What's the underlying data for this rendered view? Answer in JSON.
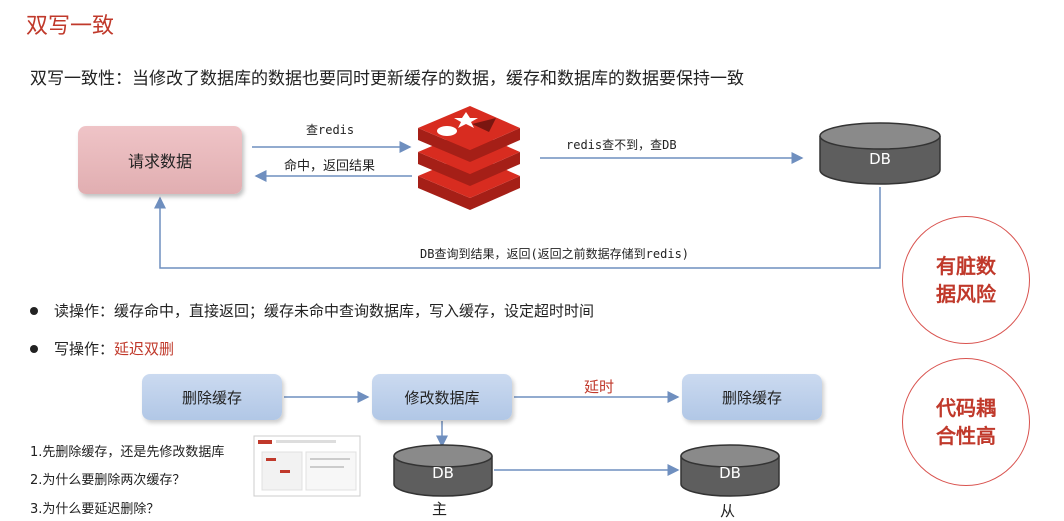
{
  "title": "双写一致",
  "intro": "双写一致性：当修改了数据库的数据也要同时更新缓存的数据，缓存和数据库的数据要保持一致",
  "read_flow": {
    "request_box": "请求数据",
    "query_redis": "查redis",
    "hit_return": "命中，返回结果",
    "miss_query_db": "redis查不到，查DB",
    "db_label": "DB",
    "db_result_return": "DB查询到结果，返回(返回之前数据存储到redis)"
  },
  "badges": {
    "dirty_risk_line1": "有脏数",
    "dirty_risk_line2": "据风险",
    "coupling_line1": "代码耦",
    "coupling_line2": "合性高"
  },
  "bullets": {
    "read_op": "读操作：缓存命中，直接返回；缓存未命中查询数据库，写入缓存，设定超时时间",
    "write_op_prefix": "写操作：",
    "write_op_highlight": "延迟双删"
  },
  "write_flow": {
    "delete_cache_1": "删除缓存",
    "modify_db": "修改数据库",
    "delay": "延时",
    "delete_cache_2": "删除缓存",
    "db_master": "DB",
    "db_slave": "DB",
    "master_label": "主",
    "slave_label": "从"
  },
  "questions": [
    "1.先删除缓存，还是先修改数据库",
    "2.为什么要删除两次缓存？",
    "3.为什么要延迟删除？"
  ],
  "colors": {
    "title_red": "#c0392b",
    "arrow_blue": "#6f8fbf",
    "request_pink": "#e8b9bc",
    "write_box_blue": "#bcd0ec",
    "db_gray": "#5a5a5a",
    "redis_red": "#d82c20"
  },
  "icons": {
    "redis_logo": "redis-stack-icon",
    "thumbnail": "slide-thumbnail-icon"
  }
}
